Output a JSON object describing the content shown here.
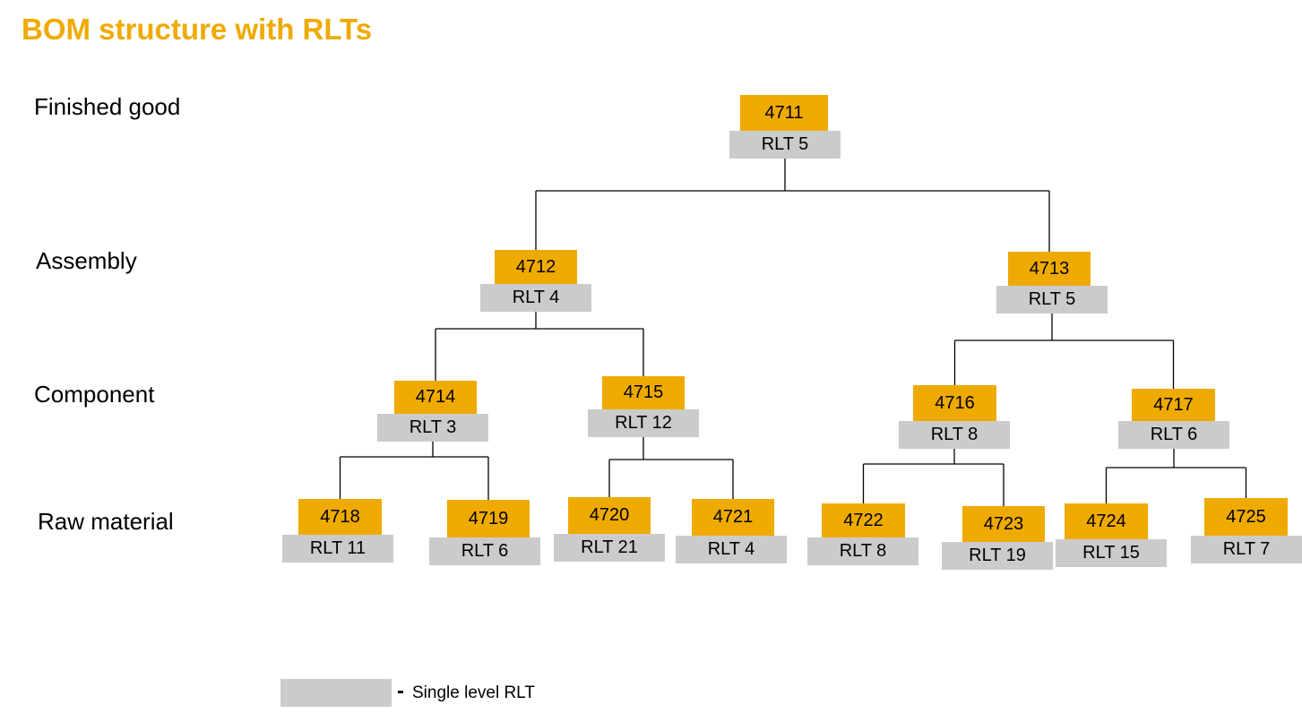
{
  "title": "BOM structure with RLTs",
  "levels": [
    "Finished good",
    "Assembly",
    "Component",
    "Raw material"
  ],
  "nodes": [
    {
      "id": "4711",
      "rlt": "RLT 5",
      "level": 0
    },
    {
      "id": "4712",
      "rlt": "RLT 4",
      "level": 1,
      "parent": "4711"
    },
    {
      "id": "4713",
      "rlt": "RLT 5",
      "level": 1,
      "parent": "4711"
    },
    {
      "id": "4714",
      "rlt": "RLT 3",
      "level": 2,
      "parent": "4712"
    },
    {
      "id": "4715",
      "rlt": "RLT 12",
      "level": 2,
      "parent": "4712"
    },
    {
      "id": "4716",
      "rlt": "RLT 8",
      "level": 2,
      "parent": "4713"
    },
    {
      "id": "4717",
      "rlt": "RLT 6",
      "level": 2,
      "parent": "4713"
    },
    {
      "id": "4718",
      "rlt": "RLT 11",
      "level": 3,
      "parent": "4714"
    },
    {
      "id": "4719",
      "rlt": "RLT 6",
      "level": 3,
      "parent": "4714"
    },
    {
      "id": "4720",
      "rlt": "RLT 21",
      "level": 3,
      "parent": "4715"
    },
    {
      "id": "4721",
      "rlt": "RLT 4",
      "level": 3,
      "parent": "4715"
    },
    {
      "id": "4722",
      "rlt": "RLT 8",
      "level": 3,
      "parent": "4716"
    },
    {
      "id": "4723",
      "rlt": "RLT 19",
      "level": 3,
      "parent": "4716"
    },
    {
      "id": "4724",
      "rlt": "RLT 15",
      "level": 3,
      "parent": "4717"
    },
    {
      "id": "4725",
      "rlt": "RLT 7",
      "level": 3,
      "parent": "4717"
    }
  ],
  "legend": {
    "dash": "-",
    "label": "Single level RLT",
    "color": "#CBCBCB"
  },
  "colors": {
    "code_box": "#EFAA00",
    "rlt_box": "#CBCBCB",
    "title": "#EFAA00"
  }
}
